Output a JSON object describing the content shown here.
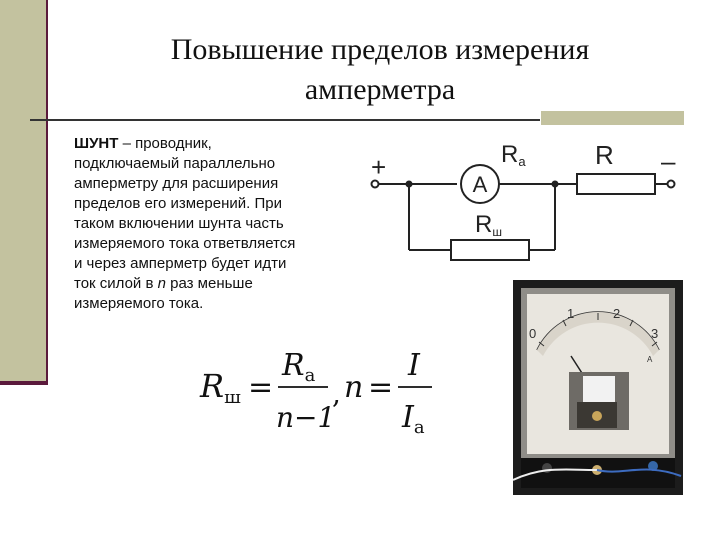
{
  "title": {
    "line1": "Повышение пределов измерения",
    "line2": "амперметра"
  },
  "definition": {
    "term": "ШУНТ",
    "lines": [
      " – проводник,",
      "подключаемый параллельно",
      "амперметру для расширения",
      "пределов его измерений. При",
      "таком включении шунта часть",
      "измеряемого тока ответвляется",
      "и через амперметр будет идти",
      "ток силой в ",
      "n",
      " раз меньше",
      "измеряемого тока."
    ]
  },
  "circuit": {
    "plus": "+",
    "minus": "–",
    "ammeter": "A",
    "ra_main": "R",
    "ra_sub": "a",
    "r_label": "R",
    "rsh_main": "R",
    "rsh_sub": "ш"
  },
  "formula": {
    "lhs_main": "R",
    "lhs_sub": "ш",
    "eq1": "=",
    "num1_main": "R",
    "num1_sub": "а",
    "den1": "n−1",
    "comma": ",",
    "n": "n",
    "eq2": "=",
    "num2": "I",
    "den2_main": "I",
    "den2_sub": "а"
  },
  "meter": {
    "scale_labels": [
      "0",
      "1",
      "2",
      "3"
    ],
    "unit": "A"
  },
  "colors": {
    "sidebar": "#c3c29f",
    "accent_line": "#5b1a3c"
  }
}
